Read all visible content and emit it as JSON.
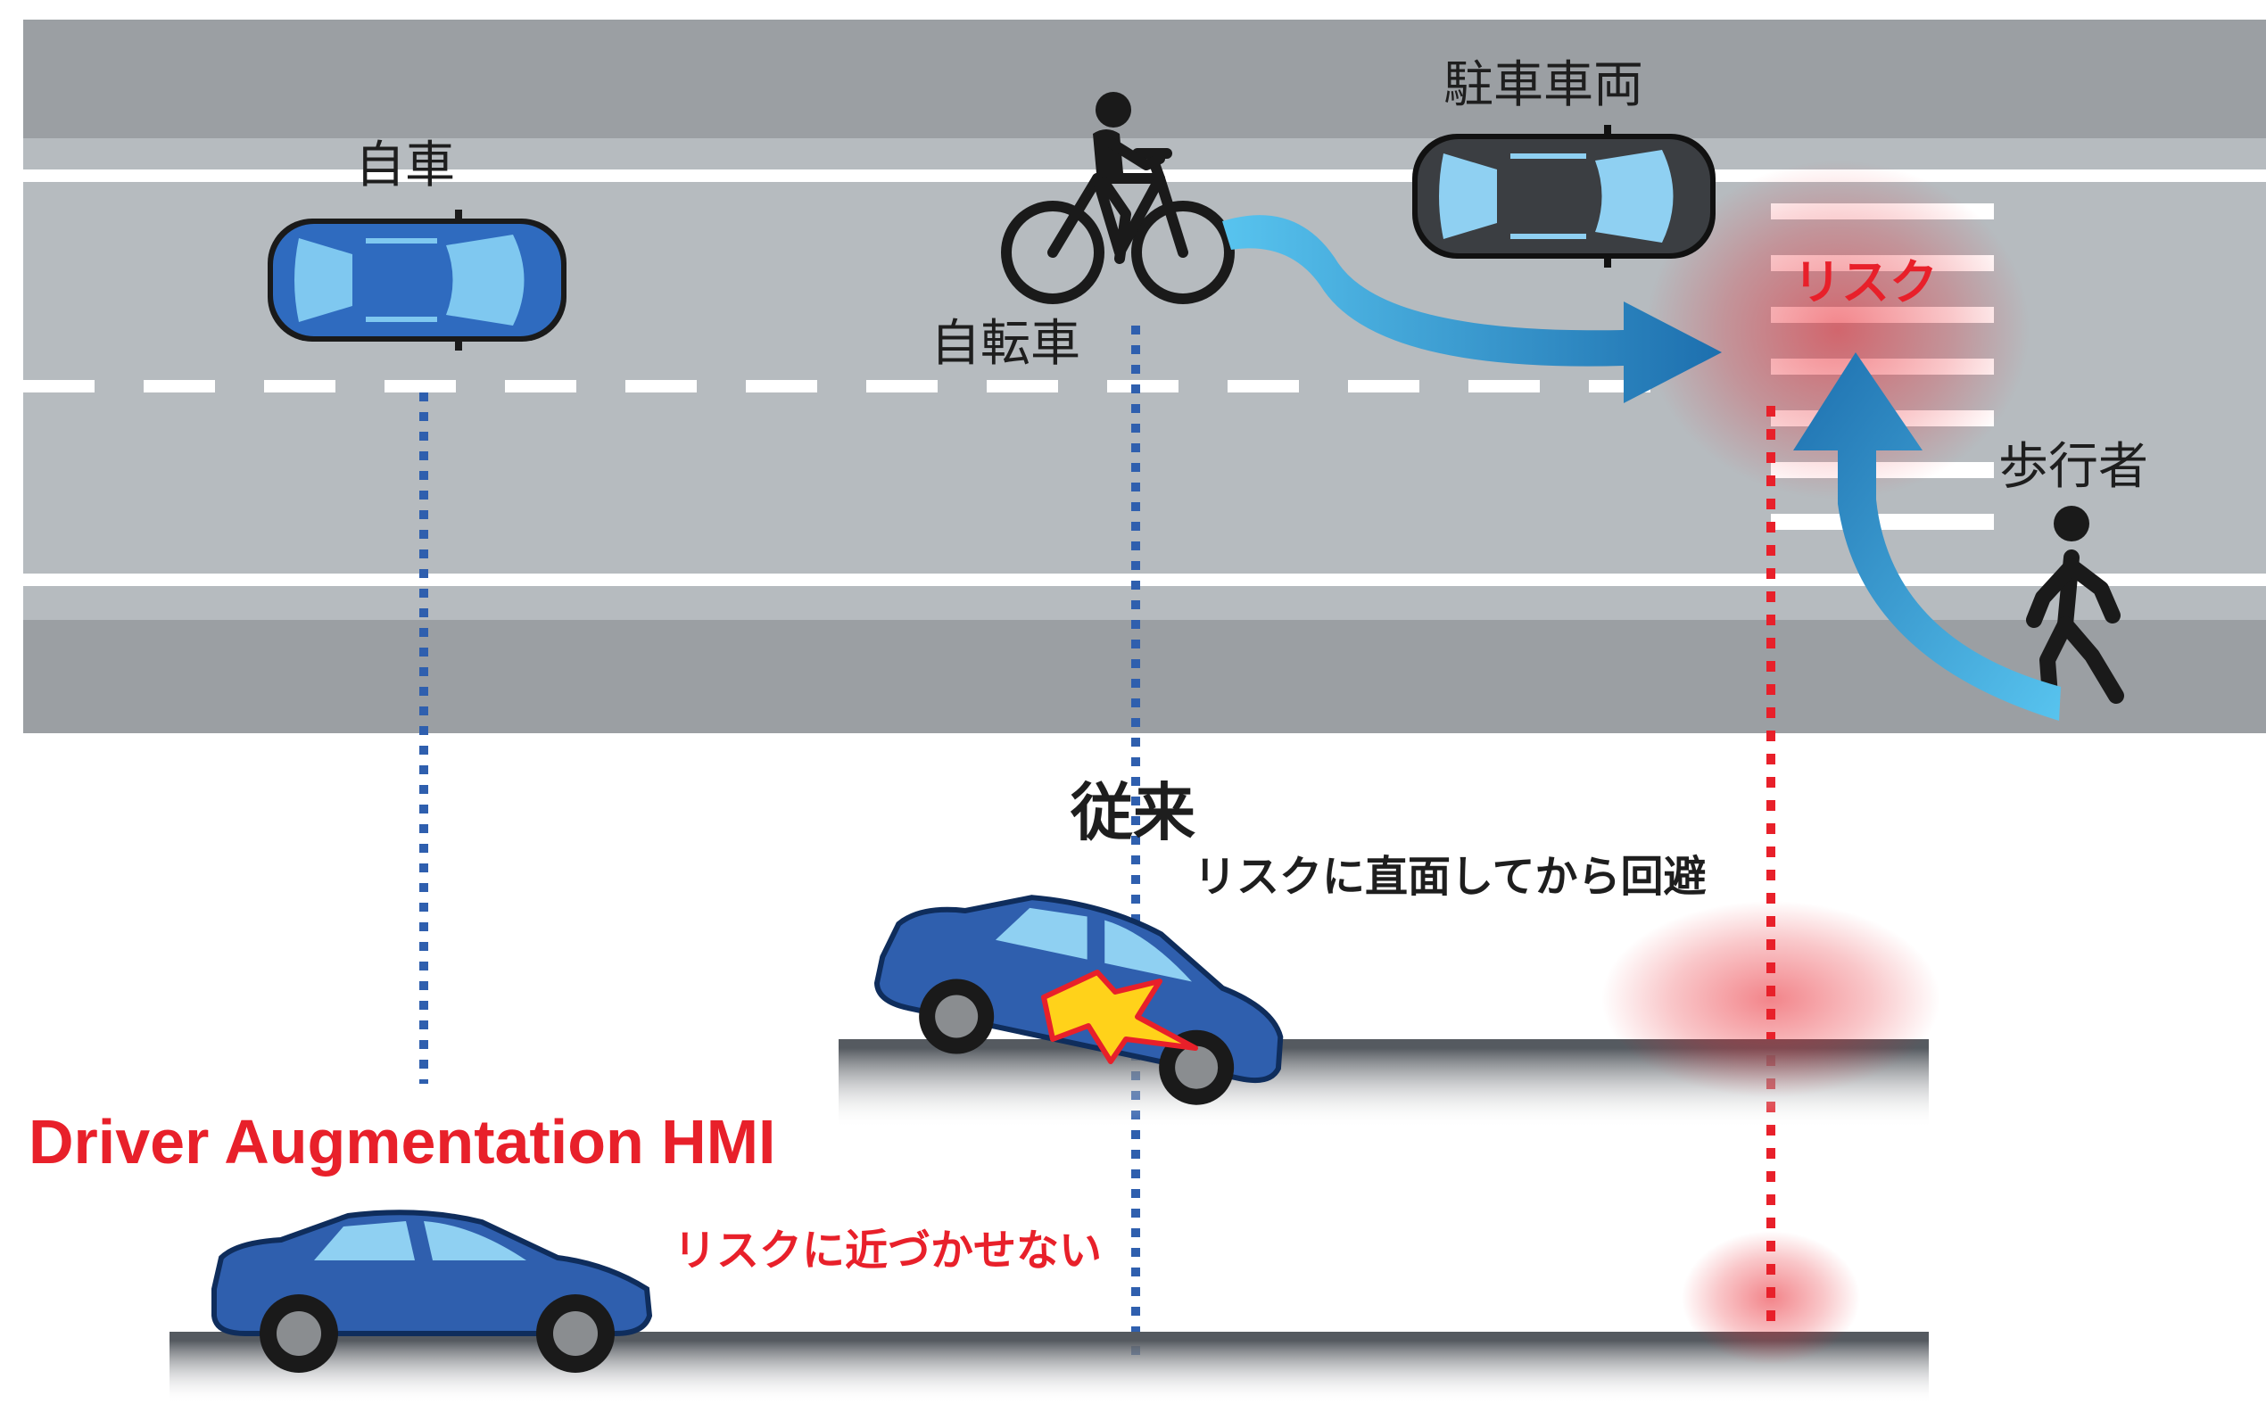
{
  "road_labels": {
    "own_car": "自車",
    "bicycle": "自転車",
    "parked_car": "駐車車両",
    "pedestrian": "歩行者",
    "risk": "リスク"
  },
  "conventional": {
    "title": "従来",
    "subtitle": "リスクに直面してから回避"
  },
  "hmi": {
    "title": "Driver Augmentation HMI",
    "subtitle": "リスクに近づかせない"
  },
  "colors": {
    "road": "#b6bbbf",
    "curb": "#9da1a5",
    "car_blue": "#2f5fae",
    "arrow_blue": "#2a8fd6",
    "risk_red": "#e8202a",
    "dotted_blue": "#2f5fae"
  },
  "icons": [
    "own-car-icon",
    "bicycle-icon",
    "parked-car-icon",
    "pedestrian-icon",
    "collision-spark-icon"
  ]
}
